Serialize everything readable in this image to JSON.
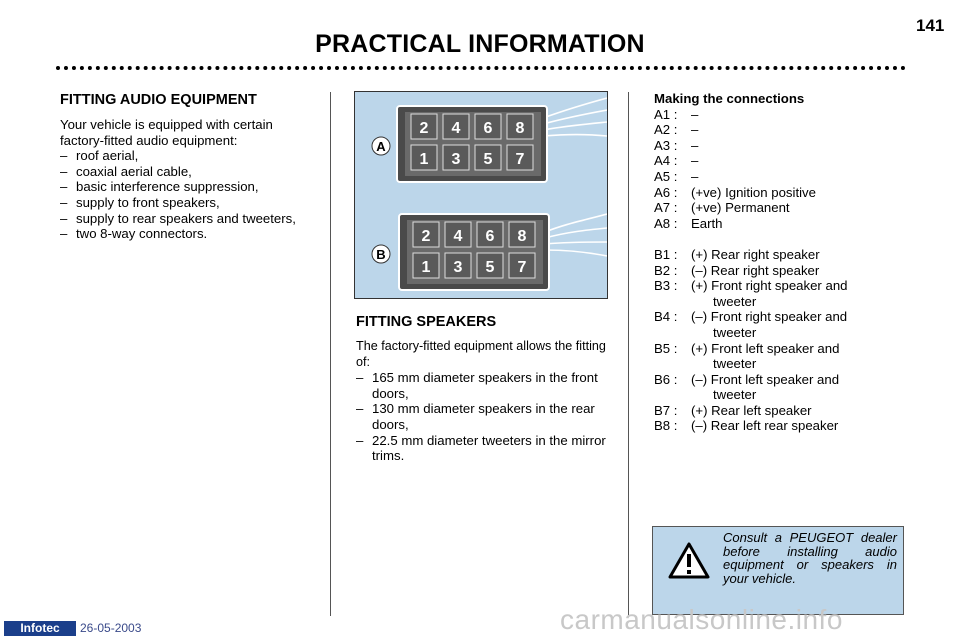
{
  "header": {
    "title": "PRACTICAL INFORMATION",
    "page_number": "141"
  },
  "audio": {
    "heading": "FITTING AUDIO EQUIPMENT",
    "intro": "Your vehicle is equipped with certain factory-fitted audio equipment:",
    "items": [
      "roof aerial,",
      "coaxial aerial cable,",
      "basic interference suppression,",
      "supply to front speakers,",
      "supply to rear speakers and tweeters,",
      "two 8-way connectors."
    ]
  },
  "diagram": {
    "label_a": "A",
    "label_b": "B",
    "top_pins": [
      "2",
      "4",
      "6",
      "8"
    ],
    "bottom_pins": [
      "1",
      "3",
      "5",
      "7"
    ]
  },
  "speakers": {
    "heading": "FITTING SPEAKERS",
    "intro": "The factory-fitted equipment allows the fitting of:",
    "items": [
      "165 mm diameter speakers in the front doors,",
      "130 mm diameter speakers in the rear doors,",
      "22.5 mm diameter tweeters in the mirror trims."
    ]
  },
  "connections": {
    "heading": "Making the connections",
    "a": [
      {
        "code": "A1 :",
        "desc": "–"
      },
      {
        "code": "A2 :",
        "desc": "–"
      },
      {
        "code": "A3 :",
        "desc": "–"
      },
      {
        "code": "A4 :",
        "desc": "–"
      },
      {
        "code": "A5 :",
        "desc": "–"
      },
      {
        "code": "A6 :",
        "desc": "(+ve) Ignition positive"
      },
      {
        "code": "A7 :",
        "desc": "(+ve) Permanent"
      },
      {
        "code": "A8 :",
        "desc": "Earth"
      }
    ],
    "b": [
      {
        "code": "B1 :",
        "desc": "(+) Rear right speaker"
      },
      {
        "code": "B2 :",
        "desc": "(–) Rear right speaker"
      },
      {
        "code": "B3 :",
        "desc": "(+) Front right speaker and",
        "cont": "tweeter"
      },
      {
        "code": "B4 :",
        "desc": "(–) Front right speaker and",
        "cont": "tweeter"
      },
      {
        "code": "B5 :",
        "desc": "(+) Front left speaker and",
        "cont": "tweeter"
      },
      {
        "code": "B6 :",
        "desc": "(–) Front left speaker and",
        "cont": "tweeter"
      },
      {
        "code": "B7 :",
        "desc": "(+) Rear left speaker"
      },
      {
        "code": "B8 :",
        "desc": "(–) Rear left rear speaker"
      }
    ]
  },
  "warning": {
    "text": "Consult a PEUGEOT dealer before installing audio equipment or speakers in your vehicle.",
    "icon": "warning-triangle-icon"
  },
  "footer": {
    "logo": "Infotec",
    "date": "26-05-2003",
    "watermark": "carmanualsonline.info"
  },
  "colors": {
    "panel_blue": "#bcd6ea",
    "logo_blue": "#1b3f8b",
    "connector_body": "#4a4a4a"
  }
}
